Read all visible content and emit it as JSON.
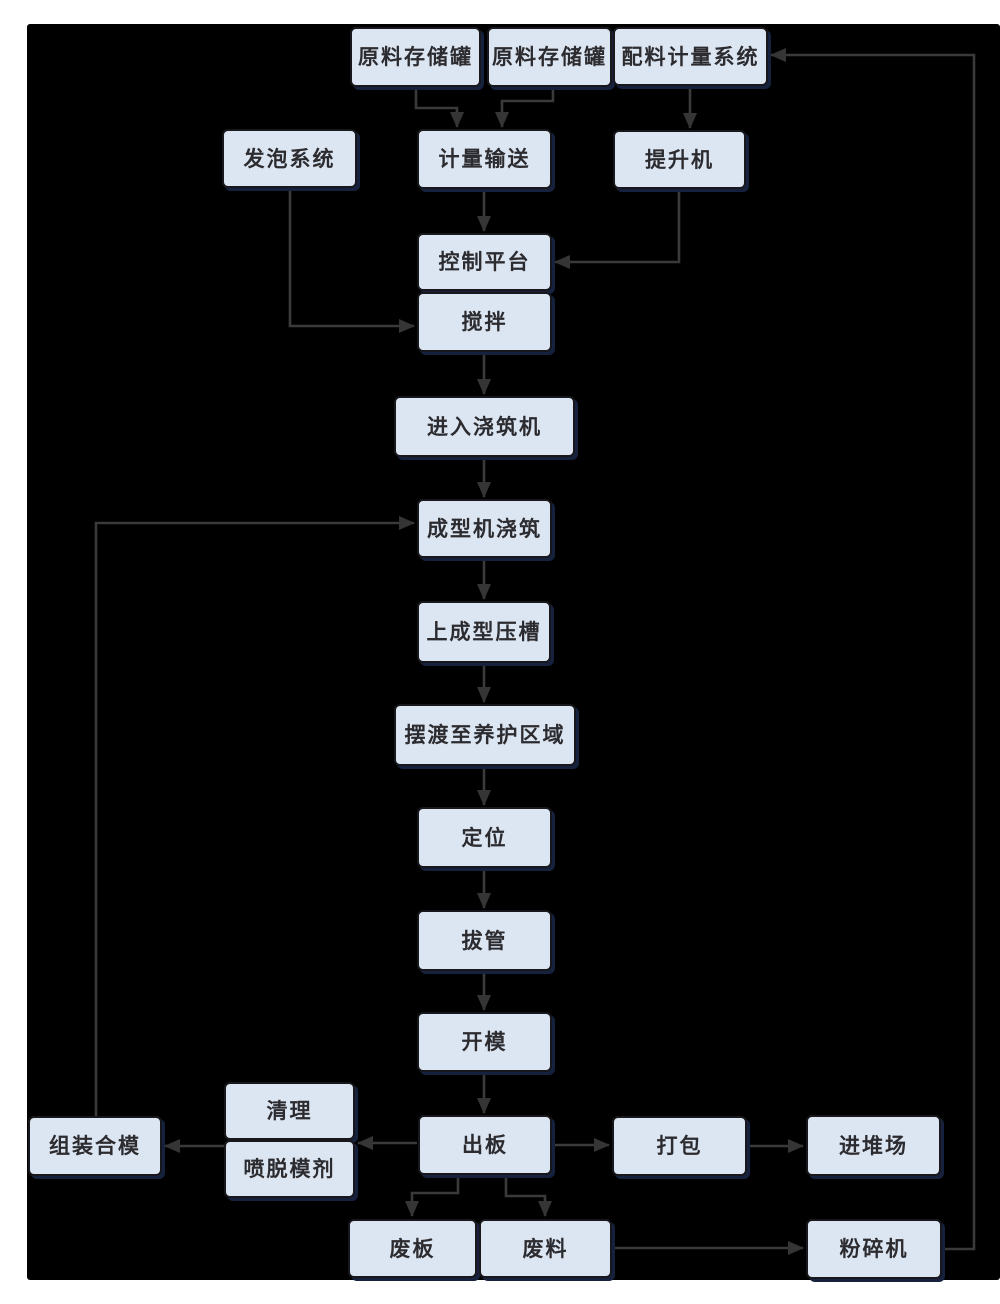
{
  "diagram": {
    "background_color": "#000000",
    "page_color": "#ffffff",
    "node_fill_color": "#dce6f2",
    "node_border_color": "#17171c",
    "connector_color": "#3a3a3a",
    "text_color": "#2c2c30"
  },
  "nodes": {
    "tank1": {
      "label": "原料存储罐"
    },
    "tank2": {
      "label": "原料存储罐"
    },
    "batching": {
      "label": "配料计量系统"
    },
    "foaming": {
      "label": "发泡系统"
    },
    "metering": {
      "label": "计量输送"
    },
    "hoist": {
      "label": "提升机"
    },
    "control": {
      "label": "控制平台"
    },
    "mixing": {
      "label": "搅拌"
    },
    "enter_pouring": {
      "label": "进入浇筑机"
    },
    "forming_pouring": {
      "label": "成型机浇筑"
    },
    "groove": {
      "label": "上成型压槽"
    },
    "ferry": {
      "label": "摆渡至养护区域"
    },
    "positioning": {
      "label": "定位"
    },
    "tube_pulling": {
      "label": "拔管"
    },
    "mold_opening": {
      "label": "开模"
    },
    "assembly": {
      "label": "组装合模"
    },
    "cleaning": {
      "label": "清理"
    },
    "spraying": {
      "label": "喷脱模剂"
    },
    "board_out": {
      "label": "出板"
    },
    "waste_board": {
      "label": "废板"
    },
    "waste_material": {
      "label": "废料"
    },
    "packing": {
      "label": "打包"
    },
    "yard": {
      "label": "进堆场"
    },
    "crusher": {
      "label": "粉碎机"
    }
  },
  "edges": [
    {
      "from": "原料存储罐(1)",
      "to": "计量输送"
    },
    {
      "from": "原料存储罐(2)",
      "to": "计量输送"
    },
    {
      "from": "配料计量系统",
      "to": "提升机"
    },
    {
      "from": "计量输送",
      "to": "控制平台"
    },
    {
      "from": "提升机",
      "to": "控制平台"
    },
    {
      "from": "发泡系统",
      "to": "搅拌"
    },
    {
      "from": "搅拌",
      "to": "进入浇筑机"
    },
    {
      "from": "进入浇筑机",
      "to": "成型机浇筑"
    },
    {
      "from": "成型机浇筑",
      "to": "上成型压槽"
    },
    {
      "from": "上成型压槽",
      "to": "摆渡至养护区域"
    },
    {
      "from": "摆渡至养护区域",
      "to": "定位"
    },
    {
      "from": "定位",
      "to": "拔管"
    },
    {
      "from": "拔管",
      "to": "开模"
    },
    {
      "from": "开模",
      "to": "出板"
    },
    {
      "from": "出板",
      "to": "清理/喷脱模剂"
    },
    {
      "from": "清理/喷脱模剂",
      "to": "组装合模"
    },
    {
      "from": "组装合模",
      "to": "成型机浇筑"
    },
    {
      "from": "出板",
      "to": "废板"
    },
    {
      "from": "出板",
      "to": "废料"
    },
    {
      "from": "出板",
      "to": "打包"
    },
    {
      "from": "打包",
      "to": "进堆场"
    },
    {
      "from": "废料",
      "to": "粉碎机"
    },
    {
      "from": "粉碎机",
      "to": "配料计量系统"
    }
  ]
}
